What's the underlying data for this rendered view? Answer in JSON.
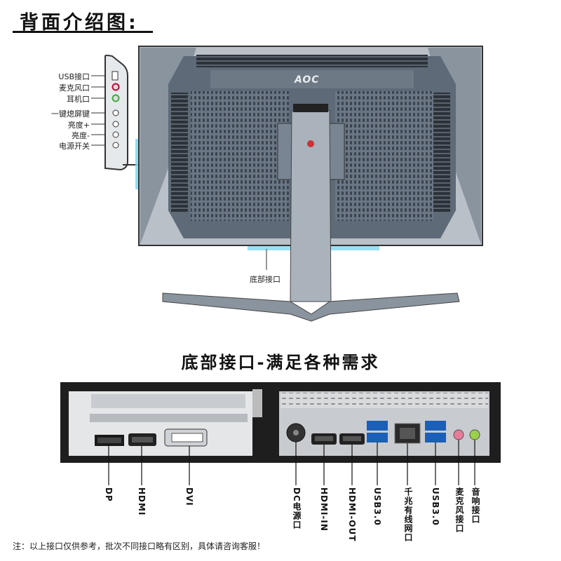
{
  "header": {
    "title": "背面介绍图:"
  },
  "side_ports": {
    "labels": [
      "USB接口",
      "麦克风口",
      "耳机口",
      "一键熄屏键",
      "亮度+",
      "亮度-",
      "电源开关"
    ]
  },
  "monitor": {
    "brand": "AOC"
  },
  "bottom_interface_caption": "底部接口",
  "section": {
    "title": "底部接口-满足各种需求"
  },
  "bottom_ports": {
    "labels": [
      "DP",
      "HDMI",
      "DVI",
      "DC电源口",
      "HDMI-IN",
      "HDMI-OUT",
      "USB3.0",
      "千兆有线网口",
      "USB3.0",
      "麦克风接口",
      "音响接口"
    ]
  },
  "footer": {
    "note": "注：以上接口仅供参考，批次不同接口略有区别，具体请咨询客服！"
  },
  "colors": {
    "monitor_body": "#5e6a78",
    "bezel": "#b9c0c8",
    "accent_cyan": "#7fd8f0",
    "panel_dark": "#1e1e1e"
  }
}
